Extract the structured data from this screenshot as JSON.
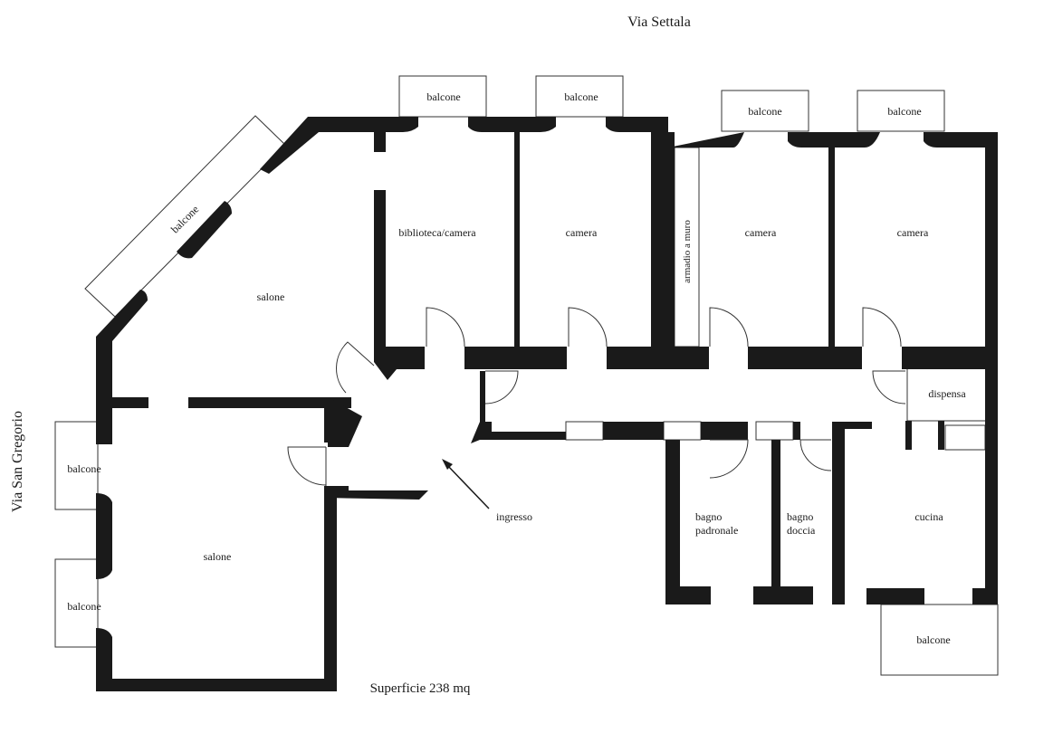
{
  "streets": {
    "north": "Via Settala",
    "west": "Via San Gregorio"
  },
  "surface": "Superficie 238 mq",
  "rooms": {
    "salone_top": "salone",
    "salone_bottom": "salone",
    "biblioteca": "biblioteca/camera",
    "camera_1": "camera",
    "camera_2": "camera",
    "camera_3": "camera",
    "armadio": "armadio a muro",
    "dispensa": "dispensa",
    "ingresso": "ingresso",
    "bagno_padronale_1": "bagno",
    "bagno_padronale_2": "padronale",
    "bagno_doccia_1": "bagno",
    "bagno_doccia_2": "doccia",
    "cucina": "cucina"
  },
  "balconies": {
    "b1": "balcone",
    "b2": "balcone",
    "b3": "balcone",
    "b4": "balcone",
    "diag": "balcone",
    "west_top": "balcone",
    "west_bottom": "balcone",
    "kitchen": "balcone"
  }
}
